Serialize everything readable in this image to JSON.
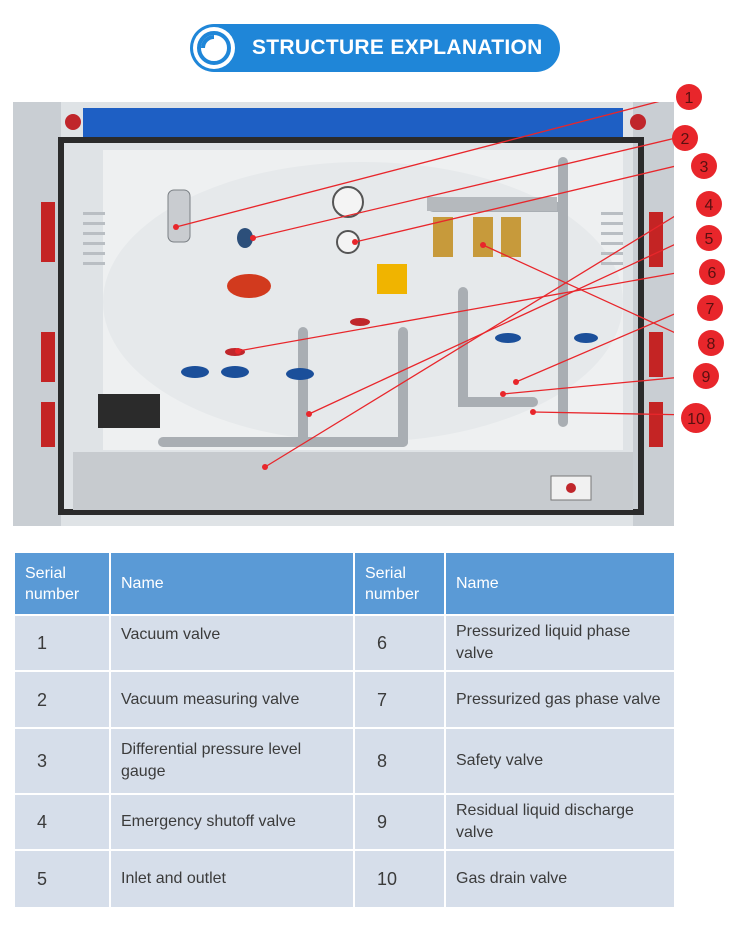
{
  "header": {
    "title": "STRUCTURE EXPLANATION",
    "icon": "circle-ring-icon",
    "color": "#1f86d8"
  },
  "photo": {
    "callout_color": "#e8262b",
    "callouts": [
      "1",
      "2",
      "3",
      "4",
      "5",
      "6",
      "7",
      "8",
      "9",
      "10"
    ]
  },
  "table": {
    "headers": [
      "Serial number",
      "Name",
      "Serial number",
      "Name"
    ],
    "rows": [
      {
        "n1": "1",
        "name1": "Vacuum valve",
        "n2": "6",
        "name2": "Pressurized liquid phase valve"
      },
      {
        "n1": "2",
        "name1": "Vacuum measuring valve",
        "n2": "7",
        "name2": "Pressurized gas phase valve"
      },
      {
        "n1": "3",
        "name1": "Differential pressure level gauge",
        "n2": "8",
        "name2": "Safety valve"
      },
      {
        "n1": "4",
        "name1": "Emergency shutoff valve",
        "n2": "9",
        "name2": "Residual liquid discharge valve"
      },
      {
        "n1": "5",
        "name1": "Inlet and outlet",
        "n2": "10",
        "name2": "Gas drain valve"
      }
    ]
  }
}
